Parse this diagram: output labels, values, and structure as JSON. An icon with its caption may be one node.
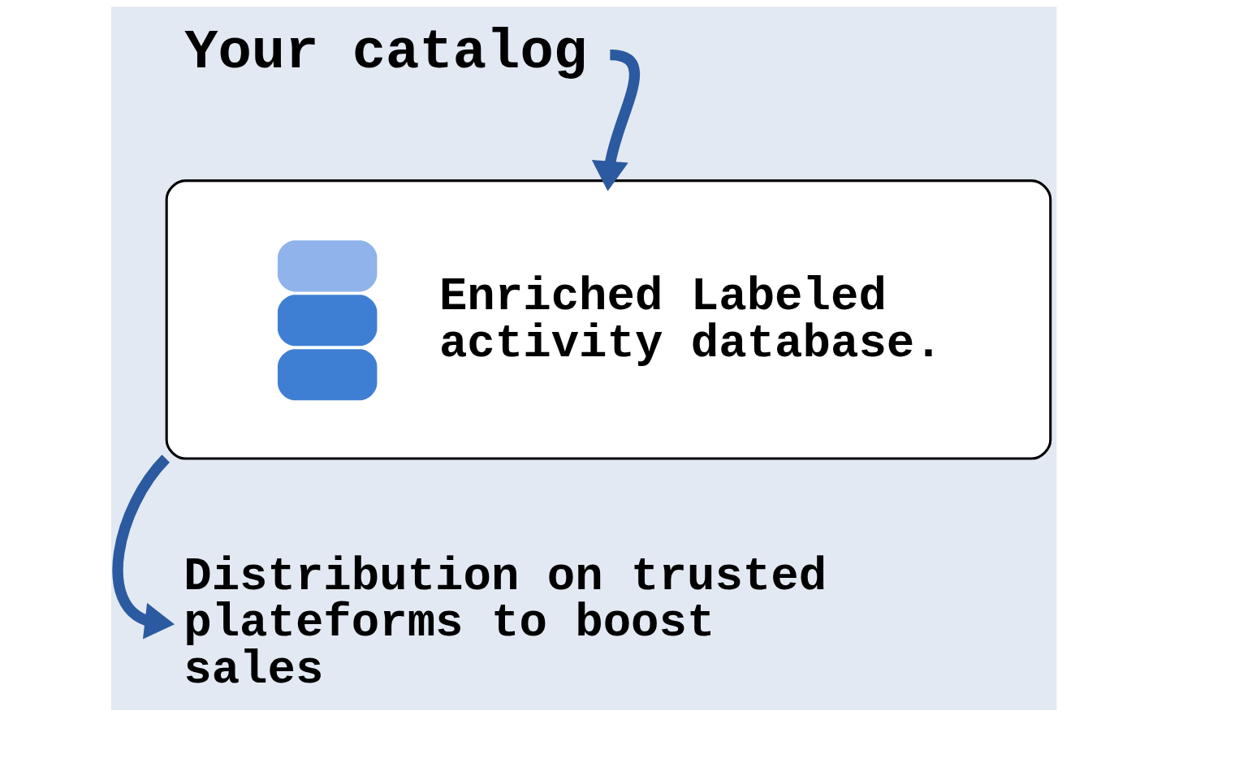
{
  "diagram": {
    "nodes": [
      {
        "text": [
          "Your catalog"
        ]
      },
      {
        "text": [
          "Enriched Labeled activity database."
        ]
      },
      {
        "text": [
          "Distribution on trusted plateforms to boost sales"
        ]
      }
    ],
    "edges": [
      {
        "from": 0,
        "to": 1,
        "arrow": "to"
      },
      {
        "from": 1,
        "to": 2,
        "arrow": "to"
      }
    ]
  }
}
